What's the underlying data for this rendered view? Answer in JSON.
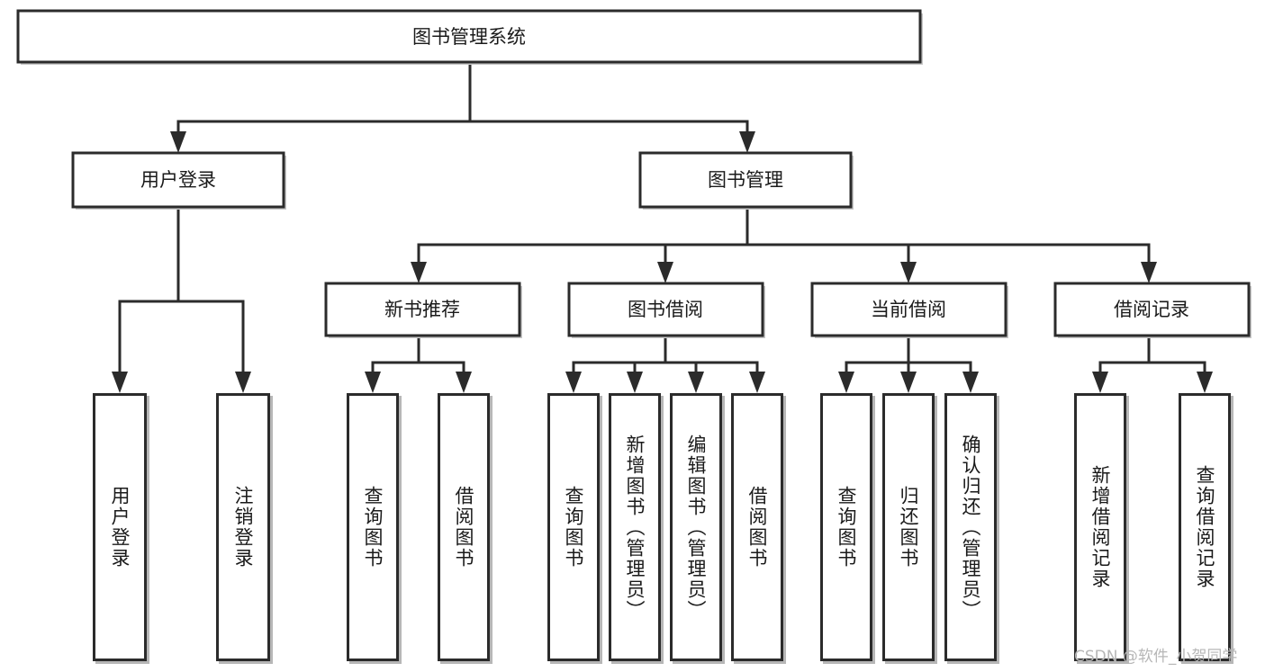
{
  "diagram": {
    "title": "图书管理系统",
    "type": "tree",
    "root": {
      "label": "图书管理系统"
    },
    "level2": [
      {
        "label": "用户登录"
      },
      {
        "label": "图书管理"
      }
    ],
    "level3": [
      {
        "label": "新书推荐"
      },
      {
        "label": "图书借阅"
      },
      {
        "label": "当前借阅"
      },
      {
        "label": "借阅记录"
      }
    ],
    "leaves": {
      "user_login": [
        {
          "label": "用户登录"
        },
        {
          "label": "注销登录"
        }
      ],
      "new_book_recommend": [
        {
          "label": "查询图书"
        },
        {
          "label": "借阅图书"
        }
      ],
      "book_borrow": [
        {
          "label": "查询图书"
        },
        {
          "label": "新增图书（管理员）"
        },
        {
          "label": "编辑图书（管理员）"
        },
        {
          "label": "借阅图书"
        }
      ],
      "current_borrow": [
        {
          "label": "查询图书"
        },
        {
          "label": "归还图书"
        },
        {
          "label": "确认归还（管理员）"
        }
      ],
      "borrow_record": [
        {
          "label": "新增借阅记录"
        },
        {
          "label": "查询借阅记录"
        }
      ]
    }
  },
  "watermark": {
    "text": "CSDN @软件_小贺同学"
  },
  "colors": {
    "stroke": "#2b2b2b",
    "fill": "#ffffff",
    "text": "#1a1a1a",
    "watermark": "#b7b7b7",
    "shadow": "#c8c8c8"
  }
}
